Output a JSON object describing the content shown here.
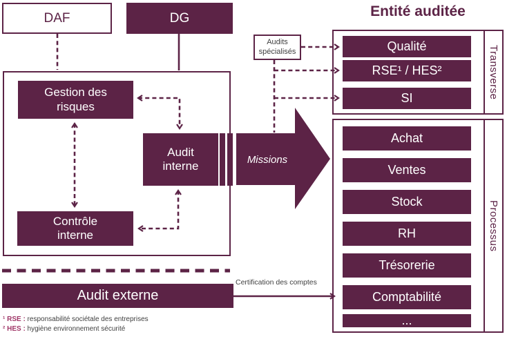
{
  "colors": {
    "primary": "#5c2346",
    "accent": "#a03768",
    "textgray": "#404040"
  },
  "nodes": {
    "daf": "DAF",
    "dg": "DG",
    "gestion_risques": "Gestion des\nrisques",
    "audit_interne": "Audit\ninterne",
    "controle_interne": "Contrôle\ninterne",
    "audit_externe": "Audit externe",
    "audits_specialises": "Audits\nspécialisés"
  },
  "labels": {
    "missions": "Missions",
    "certification": "Certification des comptes"
  },
  "entite": {
    "title": "Entité auditée",
    "transverse": {
      "group_label": "Transverse",
      "items": [
        "Qualité",
        "RSE¹ / HES²",
        "SI"
      ]
    },
    "processus": {
      "group_label": "Processus",
      "items": [
        "Achat",
        "Ventes",
        "Stock",
        "RH",
        "Trésorerie",
        "Comptabilité",
        "..."
      ]
    }
  },
  "footnotes": [
    {
      "prefix": "¹ RSE :",
      "text": " responsabilité sociétale des entreprises"
    },
    {
      "prefix": "² HES :",
      "text": " hygiène environnement sécurité"
    }
  ]
}
